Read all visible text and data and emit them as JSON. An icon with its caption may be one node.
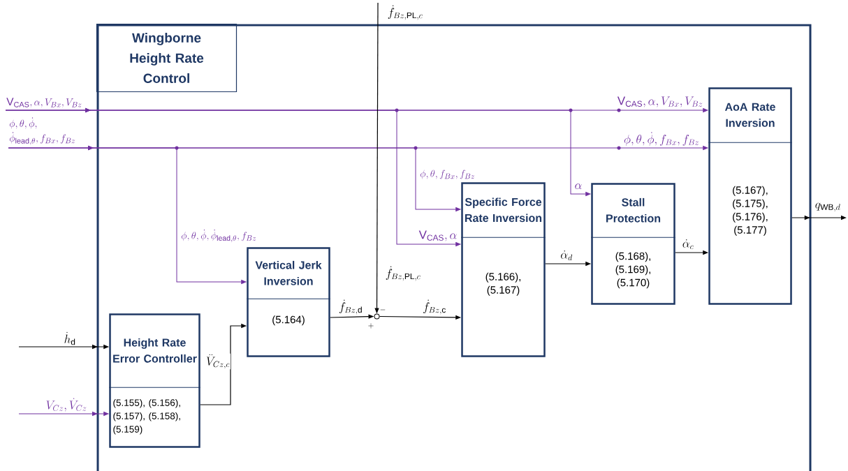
{
  "diagram": {
    "nodes": [
      {
        "text": [
          "Wingborne Height Rate Control"
        ]
      },
      {
        "text": [
          "Height Rate Error Controller",
          "(5.155), (5.156), (5.157), (5.158), (5.159)"
        ],
        "in": 0
      },
      {
        "text": [
          "Vertical Jerk Inversion",
          "(5.164)"
        ],
        "in": 0
      },
      {
        "text": [],
        "shape": "circle",
        "in": 0
      },
      {
        "text": [
          "Specific Force Rate Inversion",
          "(5.166), (5.167)"
        ],
        "in": 0
      },
      {
        "text": [
          "Stall Protection",
          "(5.168), (5.169), (5.170)"
        ],
        "in": 0
      },
      {
        "text": [
          "AoA Rate Inversion",
          "(5.167), (5.175), (5.176), (5.177)"
        ],
        "in": 0
      },
      {
        "text": [
          "\\mathrm{V}_{\\mathrm{CAS}}, \\alpha, V_{Bx}, V_{Bz}"
        ]
      },
      {
        "text": [
          "\\phi, \\theta, \\dot{\\phi},",
          "\\dot{\\phi}_{\\mathrm{lead},\\theta}, f_{Bx}, f_{Bz}"
        ]
      }
    ],
    "edges": [
      {
        "from": 7,
        "to": 6,
        "arrow": "to",
        "label": "\\mathrm{V}_{\\mathrm{CAS}}, \\alpha, V_{Bx}, V_{Bz}",
        "color": "#7030a0"
      },
      {
        "from": 7,
        "to": 4,
        "arrow": "to",
        "label": "\\mathrm{V}_{\\mathrm{CAS}}, \\alpha",
        "color": "#7030a0"
      },
      {
        "from": 7,
        "to": 5,
        "arrow": "to",
        "label": "\\alpha",
        "color": "#7030a0"
      },
      {
        "from": 8,
        "to": 6,
        "arrow": "to",
        "label": "\\phi, \\theta, \\dot{\\phi}, f_{Bx}, f_{Bz}",
        "color": "#7030a0"
      },
      {
        "from": 8,
        "to": 4,
        "arrow": "to",
        "label": "\\phi, \\theta, f_{Bx}, f_{Bz}",
        "color": "#7030a0"
      },
      {
        "from": 8,
        "to": 2,
        "arrow": "to",
        "label": "\\phi, \\theta, \\dot{\\phi}, \\dot{\\phi}_{\\mathrm{lead},\\theta}, f_{Bz}",
        "color": "#7030a0"
      },
      {
        "from": null,
        "to": 1,
        "arrow": "to",
        "label": "\\dot{h}_{\\mathrm{d}}"
      },
      {
        "from": null,
        "to": 1,
        "arrow": "to",
        "label": "V_{Cz}, \\dot{V}_{Cz}",
        "color": "#7030a0"
      },
      {
        "from": 1,
        "to": 2,
        "arrow": "to",
        "label": "\\ddot{V}_{Cz,c}"
      },
      {
        "from": 2,
        "to": 3,
        "arrow": "to",
        "label": "\\dot{f}_{Bz,\\mathrm{d}}"
      },
      {
        "from": null,
        "to": 3,
        "arrow": "to",
        "label": "\\dot{f}_{Bz,\\mathrm{PL},c}"
      },
      {
        "from": 3,
        "to": 4,
        "arrow": "to",
        "label": "\\dot{f}_{Bz,\\mathrm{c}}"
      },
      {
        "from": 4,
        "to": 5,
        "arrow": "to",
        "label": "\\dot{\\alpha}_{d}"
      },
      {
        "from": 5,
        "to": 6,
        "arrow": "to",
        "label": "\\dot{\\alpha}_{c}"
      },
      {
        "from": 6,
        "to": null,
        "arrow": "to",
        "label": "q_{\\mathrm{WB},d}"
      }
    ],
    "labels": [
      "\\dot{f}_{Bz,\\mathrm{PL},c}",
      "-",
      "+"
    ]
  }
}
